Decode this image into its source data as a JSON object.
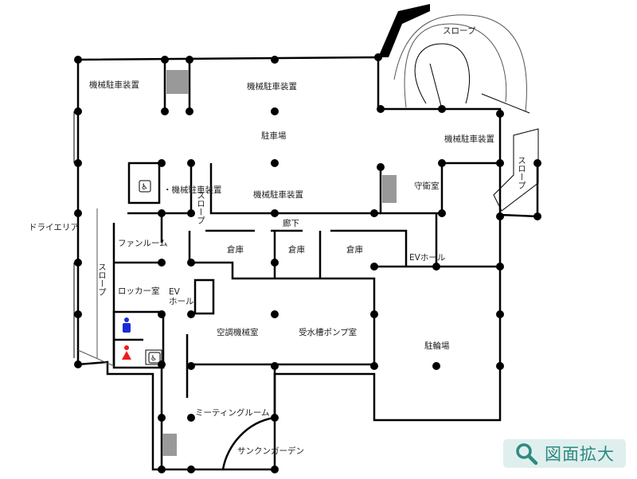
{
  "labels": {
    "mech_parking_1": "機械駐車装置",
    "mech_parking_2": "機械駐車装置",
    "mech_parking_3": "機械駐車装置",
    "mech_parking_4": "・機械駐車装置",
    "mech_parking_5": "機械駐車装置",
    "parking": "駐車場",
    "slope_top": "スロープ",
    "slope_right": "スロープ",
    "slope_left": "スロープ",
    "slope_center": "スロープ",
    "dry_area": "ドライエリア",
    "fan_room": "ファンルーム",
    "corridor": "廊下",
    "storage_1": "倉庫",
    "storage_2": "倉庫",
    "storage_3": "倉庫",
    "ev_hall_right": "EVホール",
    "ev_hall_left_1": "EV",
    "ev_hall_left_2": "ホール",
    "locker_room": "ロッカー室",
    "hvac_room": "空調機械室",
    "water_pump_room": "受水槽ポンプ室",
    "bicycle_parking": "駐輪場",
    "meeting_room": "ミーティングルーム",
    "sunken_garden": "サンクンガーデン",
    "guard_room": "守衛室"
  },
  "zoom_button": {
    "label": "図面拡大",
    "icon": "magnifier-icon"
  },
  "colors": {
    "male": "#1a2bd6",
    "female": "#ee1c1c",
    "accent": "#2e8a80",
    "button_bg": "#dfefee"
  }
}
